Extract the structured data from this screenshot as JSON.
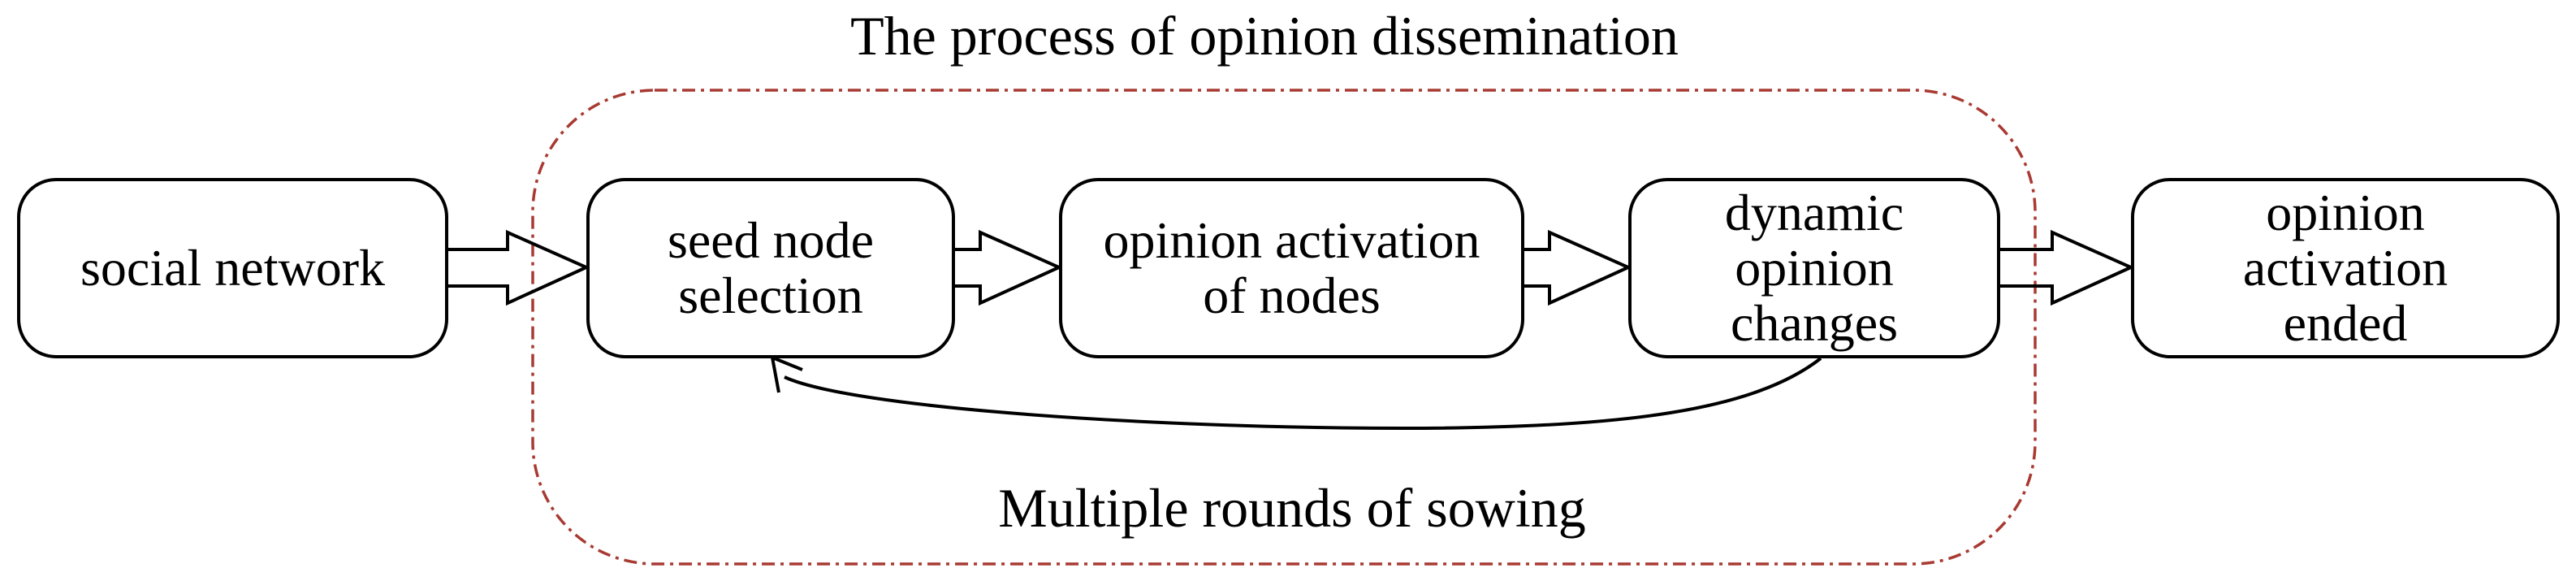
{
  "figure": {
    "title": "The process of opinion dissemination",
    "loop_label": "Multiple rounds of sowing"
  },
  "nodes": [
    {
      "name": "social-network",
      "text": "social network"
    },
    {
      "name": "seed-node-selection",
      "text": "seed node\nselection"
    },
    {
      "name": "opinion-activation-of-nodes",
      "text": "opinion activation\nof nodes"
    },
    {
      "name": "dynamic-opinion-changes",
      "text": "dynamic\nopinion\nchanges"
    },
    {
      "name": "opinion-activation-ended",
      "text": "opinion\nactivation\nended"
    }
  ],
  "flow": {
    "arrow_count": 4,
    "feedback": "dynamic-opinion-changes -> seed-node-selection"
  },
  "colors": {
    "line": "#000000",
    "loop_border": "#a83a32",
    "node_fill": "#ffffff",
    "background": "#ffffff"
  }
}
